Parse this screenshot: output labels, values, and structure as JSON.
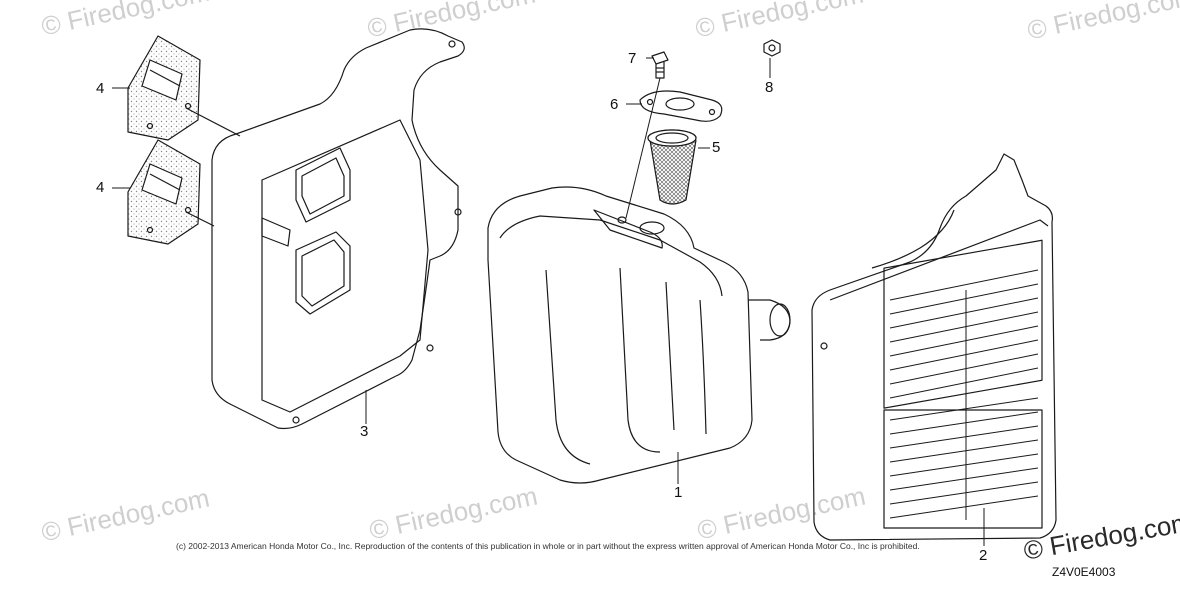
{
  "callouts": {
    "c1": "1",
    "c2": "2",
    "c3": "3",
    "c4a": "4",
    "c4b": "4",
    "c5": "5",
    "c6": "6",
    "c7": "7",
    "c8": "8"
  },
  "watermark": {
    "text": "© Firedog.com",
    "corner_text": "© Firedog.com"
  },
  "copyright": "(c) 2002-2013 American Honda Motor Co., Inc. Reproduction of the contents of this publication in whole or in part without the express written approval of American Honda Motor Co., Inc is prohibited.",
  "diagram_code": "Z4V0E4003"
}
